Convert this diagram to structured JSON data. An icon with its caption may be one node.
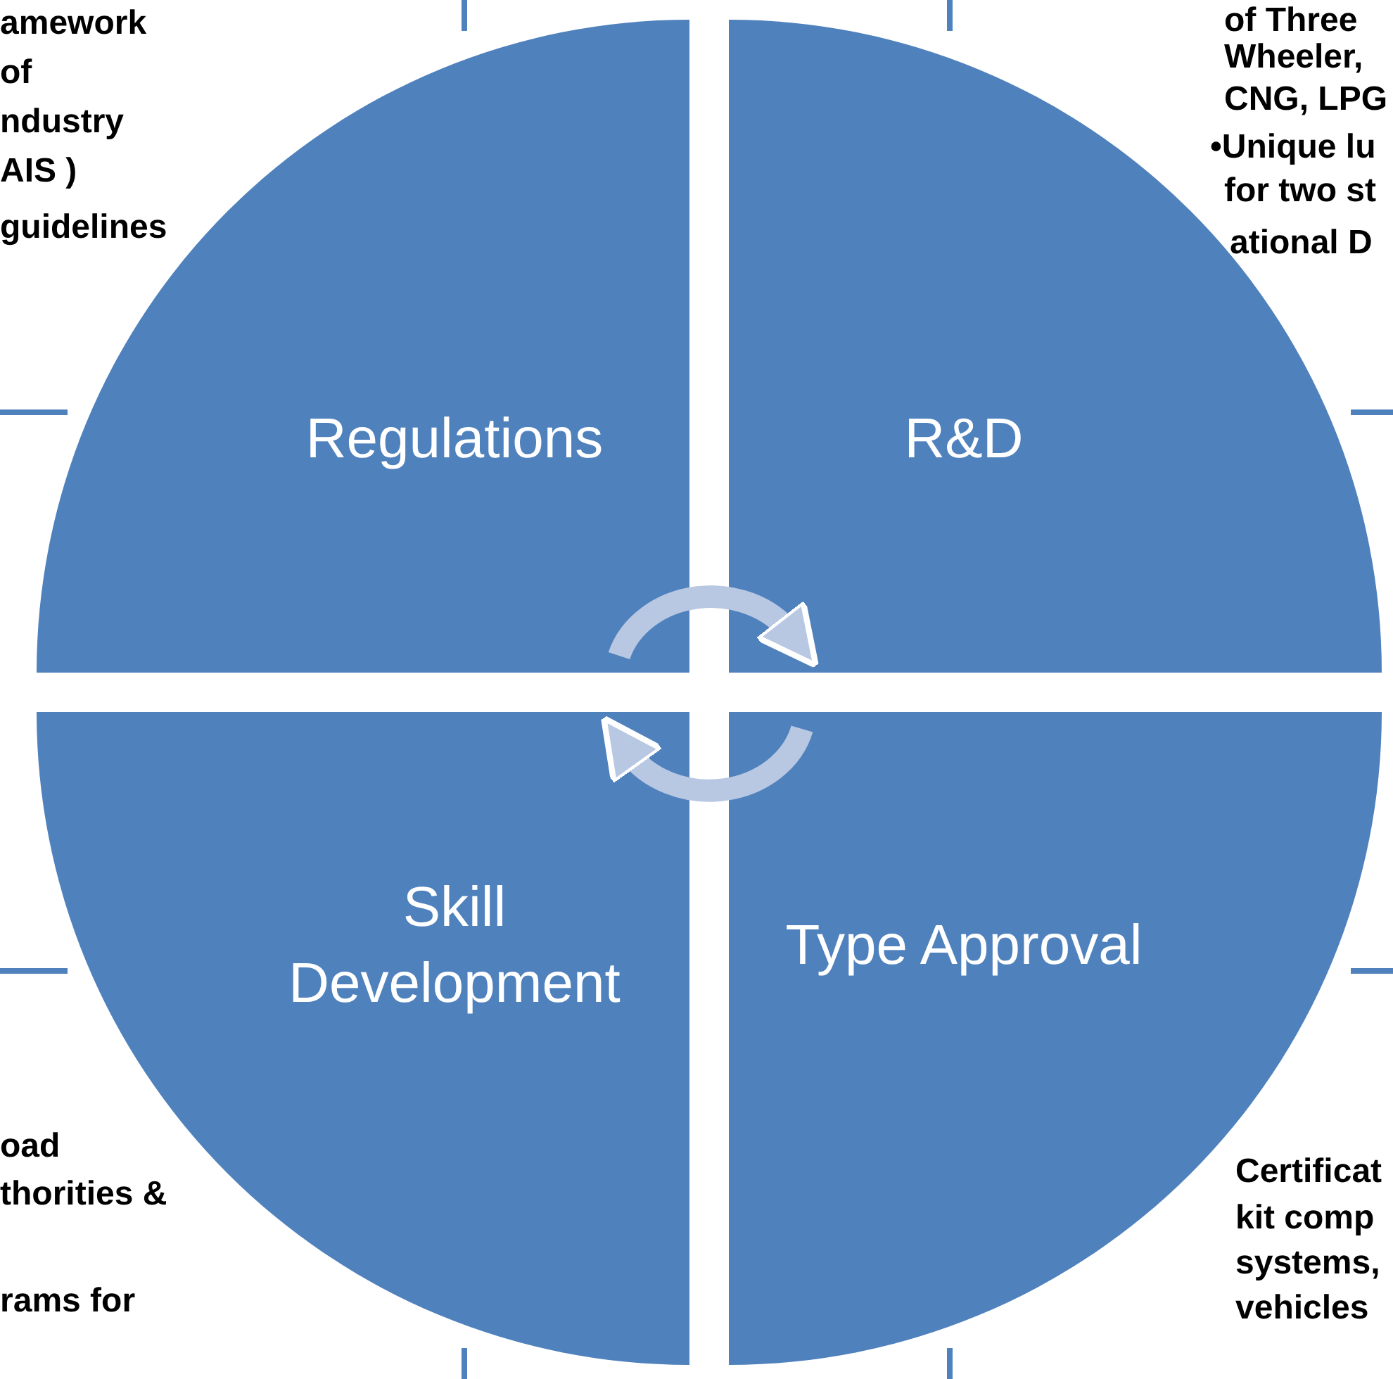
{
  "diagram": {
    "nodes": [
      {
        "text": [
          "Regulations"
        ]
      },
      {
        "text": [
          "R&D"
        ]
      },
      {
        "text": [
          "Skill Development"
        ]
      },
      {
        "text": [
          "Type Approval"
        ]
      }
    ],
    "edges": [
      {
        "from": 0,
        "to": 1,
        "arrow": "to"
      },
      {
        "from": 3,
        "to": 2,
        "arrow": "to"
      }
    ],
    "labels": [
      "amework",
      "of",
      "ndustry",
      "AIS )",
      "guidelines",
      "of Three",
      "Wheeler,",
      "CNG, LPG",
      "•Unique lu",
      "for two st",
      "ational D",
      "oad",
      "thorities &",
      "rams for",
      "Certificat",
      "kit comp",
      "systems,",
      "vehicles"
    ]
  }
}
